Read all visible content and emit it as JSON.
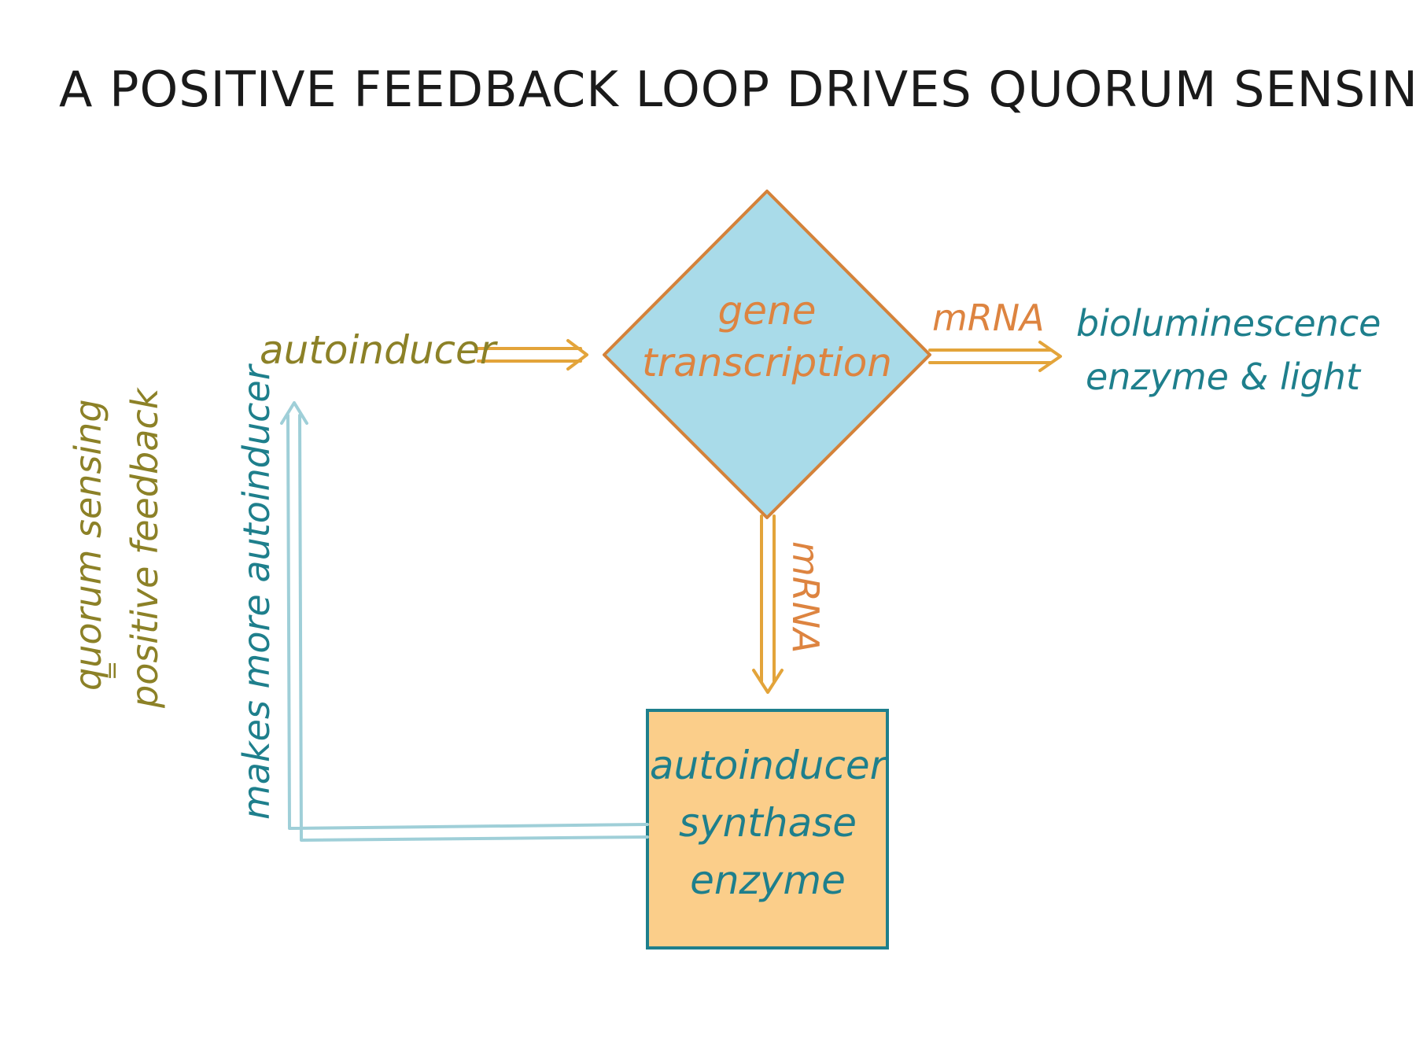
{
  "title": "A POSITIVE FEEDBACK LOOP DRIVES QUORUM SENSING",
  "nodes": {
    "autoinducer": "autoinducer",
    "transcription": {
      "line1": "gene",
      "line2": "transcription"
    },
    "output": {
      "line1": "bioluminescence",
      "line2": "enzyme & light"
    },
    "synthase": {
      "line1": "autoinducer",
      "line2": "synthase",
      "line3": "enzyme"
    }
  },
  "edges": {
    "mrna_right": "mRNA",
    "mrna_down": "mRNA",
    "feedback": "makes more autoinducer"
  },
  "side_note": {
    "line1": "quorum sensing",
    "line2": "=",
    "line3": "positive feedback"
  },
  "colors": {
    "diamond_fill": "#a9dbe9",
    "diamond_stroke": "#d4823a",
    "box_fill": "#fbce8a",
    "box_stroke": "#1e7f8c",
    "arrow_orange": "#e3a43a",
    "arrow_feedback": "#9fcfd8",
    "text_olive": "#8c8127",
    "text_orange": "#dd8440",
    "text_teal": "#1e7f8c"
  }
}
